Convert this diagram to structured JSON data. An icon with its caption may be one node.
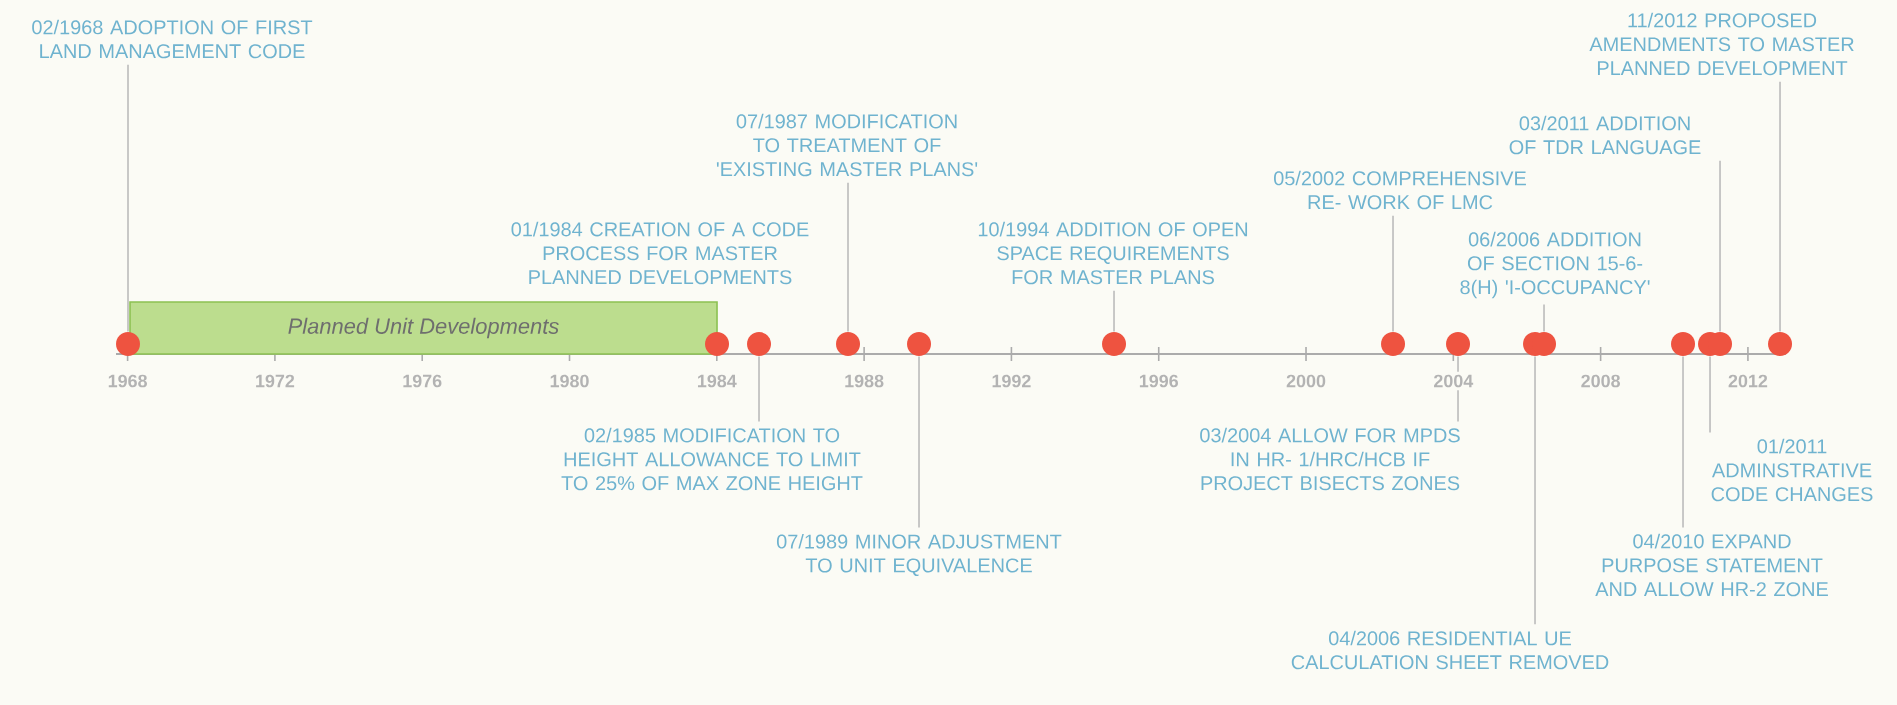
{
  "diagram": {
    "nodes": [
      {
        "text": [
          "Planned Unit Developments"
        ]
      },
      {
        "text": [
          "02/1968 ADOPTION OF FIRST LAND MANAGEMENT CODE"
        ]
      },
      {
        "text": [
          "01/1984 CREATION OF A CODE PROCESS FOR MASTER PLANNED DEVELOPMENTS"
        ]
      },
      {
        "text": [
          "02/1985 MODIFICATION TO HEIGHT ALLOWANCE TO LIMIT TO 25% OF MAX ZONE HEIGHT"
        ]
      },
      {
        "text": [
          "07/1987 MODIFICATION TO TREATMENT OF 'EXISTING MASTER PLANS'"
        ]
      },
      {
        "text": [
          "07/1989 MINOR ADJUSTMENT TO UNIT EQUIVALENCE"
        ]
      },
      {
        "text": [
          "10/1994 ADDITION OF OPEN SPACE REQUIREMENTS FOR MASTER PLANS"
        ]
      },
      {
        "text": [
          "05/2002 COMPREHENSIVE RE- WORK OF LMC"
        ]
      },
      {
        "text": [
          "03/2004 ALLOW FOR MPDS IN HR- 1/HRC/HCB IF PROJECT BISECTS ZONES"
        ]
      },
      {
        "text": [
          "04/2006 RESIDENTIAL UE CALCULATION SHEET REMOVED"
        ]
      },
      {
        "text": [
          "06/2006 ADDITION OF SECTION 15-6-8(H) 'I-OCCUPANCY'"
        ]
      },
      {
        "text": [
          "04/2010 EXPAND PURPOSE STATEMENT AND ALLOW HR-2 ZONE"
        ]
      },
      {
        "text": [
          "01/2011 ADMINSTRATIVE CODE CHANGES"
        ]
      },
      {
        "text": [
          "03/2011 ADDITION OF TDR LANGUAGE"
        ]
      },
      {
        "text": [
          "11/2012 PROPOSED AMENDMENTS TO MASTER PLANNED DEVELOPMENT"
        ]
      },
      {
        "text": [],
        "shape": "circle"
      },
      {
        "text": [],
        "shape": "circle"
      },
      {
        "text": [],
        "shape": "circle"
      },
      {
        "text": [],
        "shape": "circle"
      },
      {
        "text": [],
        "shape": "circle"
      },
      {
        "text": [],
        "shape": "circle"
      },
      {
        "text": [],
        "shape": "circle"
      },
      {
        "text": [],
        "shape": "circle"
      },
      {
        "text": [],
        "shape": "circle"
      },
      {
        "text": [],
        "shape": "circle"
      },
      {
        "text": [],
        "shape": "circle"
      },
      {
        "text": [],
        "shape": "circle"
      },
      {
        "text": [],
        "shape": "circle"
      },
      {
        "text": [],
        "shape": "circle"
      }
    ],
    "edges": [
      {
        "from": 1,
        "to": 15,
        "arrow": "none"
      },
      {
        "from": 3,
        "to": 17,
        "arrow": "none"
      },
      {
        "from": 4,
        "to": 18,
        "arrow": "none"
      },
      {
        "from": 5,
        "to": 19,
        "arrow": "none"
      },
      {
        "from": 6,
        "to": 20,
        "arrow": "none"
      },
      {
        "from": 7,
        "to": 21,
        "arrow": "none"
      },
      {
        "from": 8,
        "to": 22,
        "arrow": "none"
      },
      {
        "from": 9,
        "to": 23,
        "arrow": "none"
      },
      {
        "from": 10,
        "to": 24,
        "arrow": "none"
      },
      {
        "from": 11,
        "to": 25,
        "arrow": "none"
      },
      {
        "from": 12,
        "to": 26,
        "arrow": "none"
      },
      {
        "from": 13,
        "to": 27,
        "arrow": "none"
      },
      {
        "from": 14,
        "to": 28,
        "arrow": "none"
      }
    ],
    "labels": [
      "1968",
      "1972",
      "1976",
      "1980",
      "1984",
      "1988",
      "1992",
      "1996",
      "2000",
      "2004",
      "2008",
      "2012"
    ]
  }
}
